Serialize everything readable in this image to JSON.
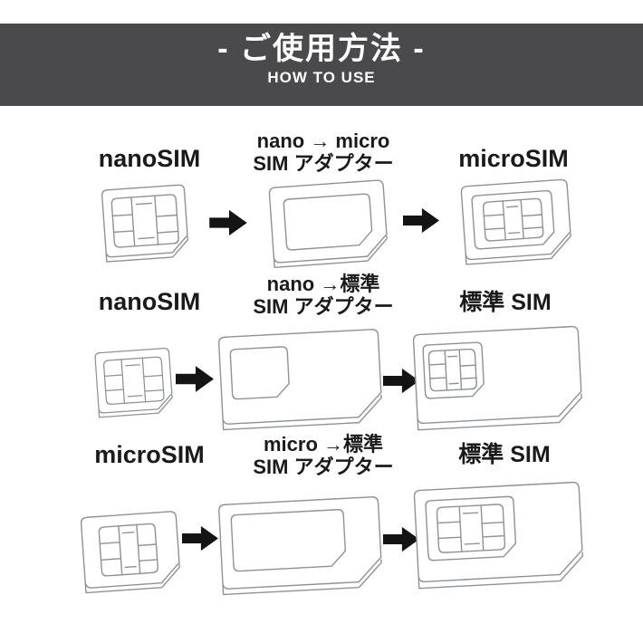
{
  "header": {
    "title": "- ご使用方法 -",
    "subtitle": "HOW TO USE",
    "bg_color": "#4a4a4c",
    "text_color": "#ffffff"
  },
  "rows": [
    {
      "source_label": "nanoSIM",
      "adapter_label_line1": "nano → micro",
      "adapter_label_line2": "SIM アダプター",
      "result_label": "microSIM"
    },
    {
      "source_label": "nanoSIM",
      "adapter_label_line1": "nano →標準",
      "adapter_label_line2": "SIM アダプター",
      "result_label": "標準 SIM"
    },
    {
      "source_label": "microSIM",
      "adapter_label_line1": "micro →標準",
      "adapter_label_line2": "SIM アダプター",
      "result_label": "標準 SIM"
    }
  ],
  "icons": {
    "flow_arrow": "solid-right-arrow"
  },
  "colors": {
    "header_bg": "#4a4a4c",
    "header_text": "#ffffff",
    "label_text": "#1a1a1a",
    "arrow_fill": "#141414",
    "line_art": "#8d9296",
    "background": "#ffffff"
  }
}
